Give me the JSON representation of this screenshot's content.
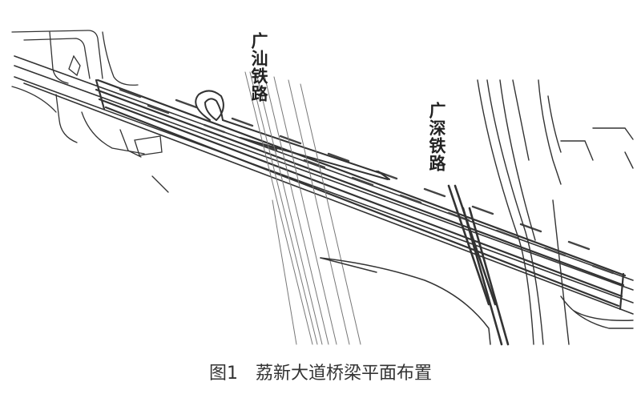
{
  "labels": {
    "guangshan_railway": "广汕铁路",
    "guangshen_railway": "广深铁路"
  },
  "caption": {
    "number": "图1",
    "title": "荔新大道桥梁平面布置"
  },
  "colors": {
    "line": "#333333",
    "light_line": "#9a9a9a",
    "background": "#ffffff"
  }
}
